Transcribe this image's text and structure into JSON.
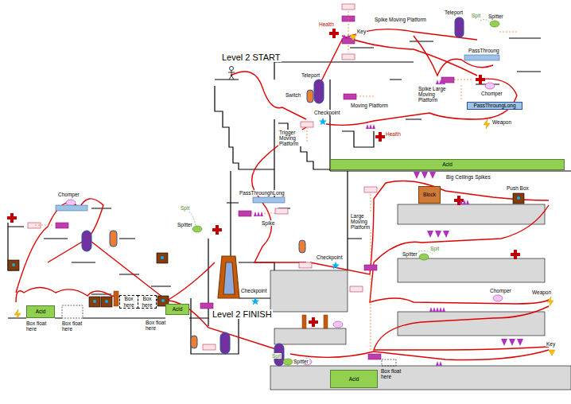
{
  "diagram": {
    "nodes": [
      {
        "text": [
          "Acid"
        ]
      },
      {
        "text": [
          "PassThroungLong"
        ]
      },
      {
        "text": [
          "Block"
        ]
      },
      {
        "text": [
          "Acid"
        ]
      },
      {
        "text": [
          "Acid"
        ]
      },
      {
        "text": [
          "Acid"
        ]
      },
      {
        "text": [
          "Box here"
        ]
      },
      {
        "text": [
          "Box here"
        ]
      }
    ],
    "labels": [
      "Level 2 START",
      "Key",
      "Health",
      "Spike Moving Platform",
      "Teleport",
      "Spitter",
      "Spit",
      "PassThroung",
      "Teleport",
      "Switch",
      "Moving Platform",
      "Checkpoint",
      "Trigger Moving Platform",
      "Health",
      "Spike Large Moving Platform",
      "Chomper",
      "Weapon",
      "Big Ceilings Spikes",
      "Push Box",
      "Large Moving Platform",
      "Spit",
      "Spitter",
      "Checkpoint",
      "Chomper",
      "Weapon",
      "Key",
      "Spit",
      "Spitter",
      "Box float here",
      "PassThrounghLong",
      "Spit",
      "Spitter",
      "Spike",
      "Checkpoint",
      "Level 2 FINISH",
      "Chomper",
      "Box float here",
      "Box float here",
      "Box float here"
    ]
  }
}
